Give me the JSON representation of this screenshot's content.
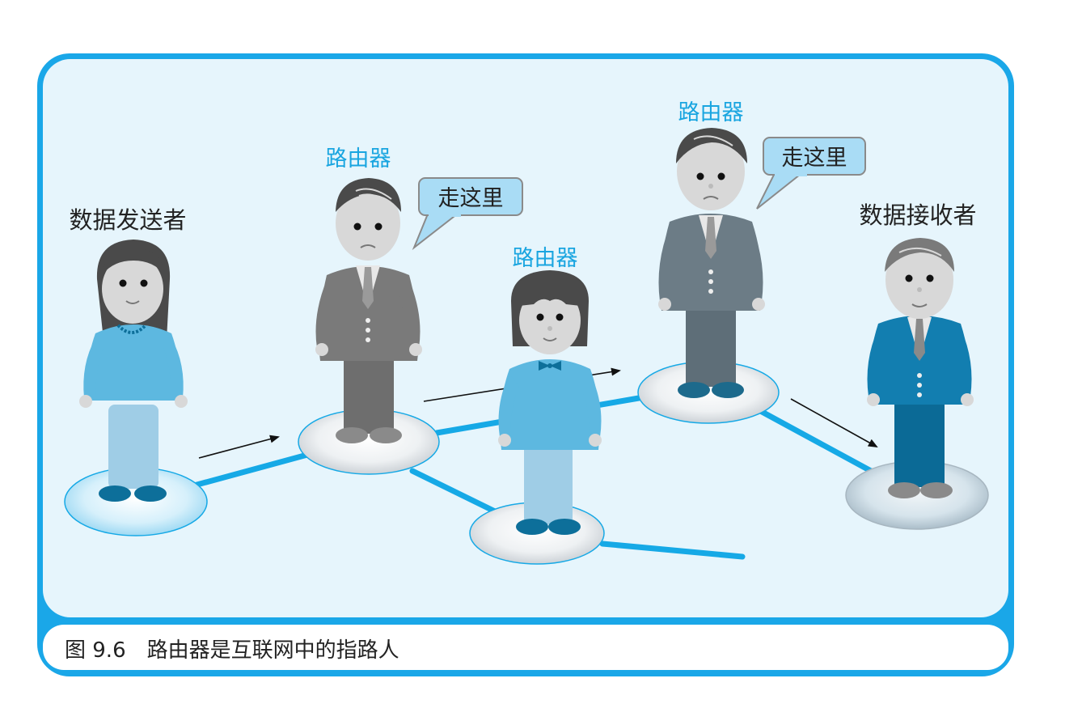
{
  "labels": {
    "sender": "数据发送者",
    "receiver": "数据接收者",
    "router1": "路由器",
    "router2": "路由器",
    "router3": "路由器",
    "bubble1": "走这里",
    "bubble2": "走这里"
  },
  "caption": "图 9.6　路由器是互联网中的指路人",
  "colors": {
    "frame": "#1aa7e8",
    "panel": "#e6f5fc",
    "link": "#16a9e6",
    "router_label": "#19a5e0",
    "bubble": "#a9dcf5"
  }
}
